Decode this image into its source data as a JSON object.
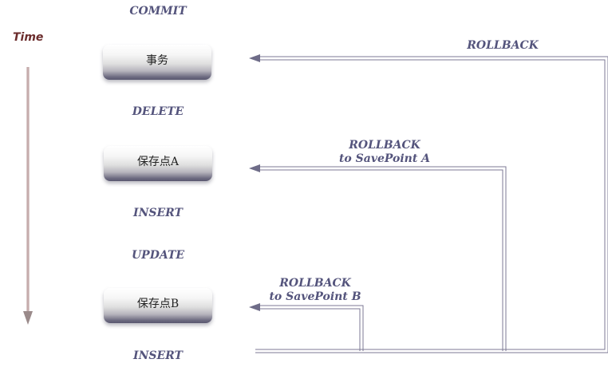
{
  "time_label": "Time",
  "steps": {
    "commit": "COMMIT",
    "delete": "DELETE",
    "insert_1": "INSERT",
    "update": "UPDATE",
    "insert_2": "INSERT"
  },
  "boxes": {
    "transaction": "事务",
    "savepoint_a": "保存点A",
    "savepoint_b": "保存点B"
  },
  "rollbacks": {
    "full": {
      "line1": "ROLLBACK"
    },
    "to_a": {
      "line1": "ROLLBACK",
      "line2": "to SavePoint A"
    },
    "to_b": {
      "line1": "ROLLBACK",
      "line2": "to SavePoint B"
    }
  },
  "colors": {
    "line": "#7c7a94",
    "label": "#54547c",
    "time": "#6b2c2c"
  }
}
